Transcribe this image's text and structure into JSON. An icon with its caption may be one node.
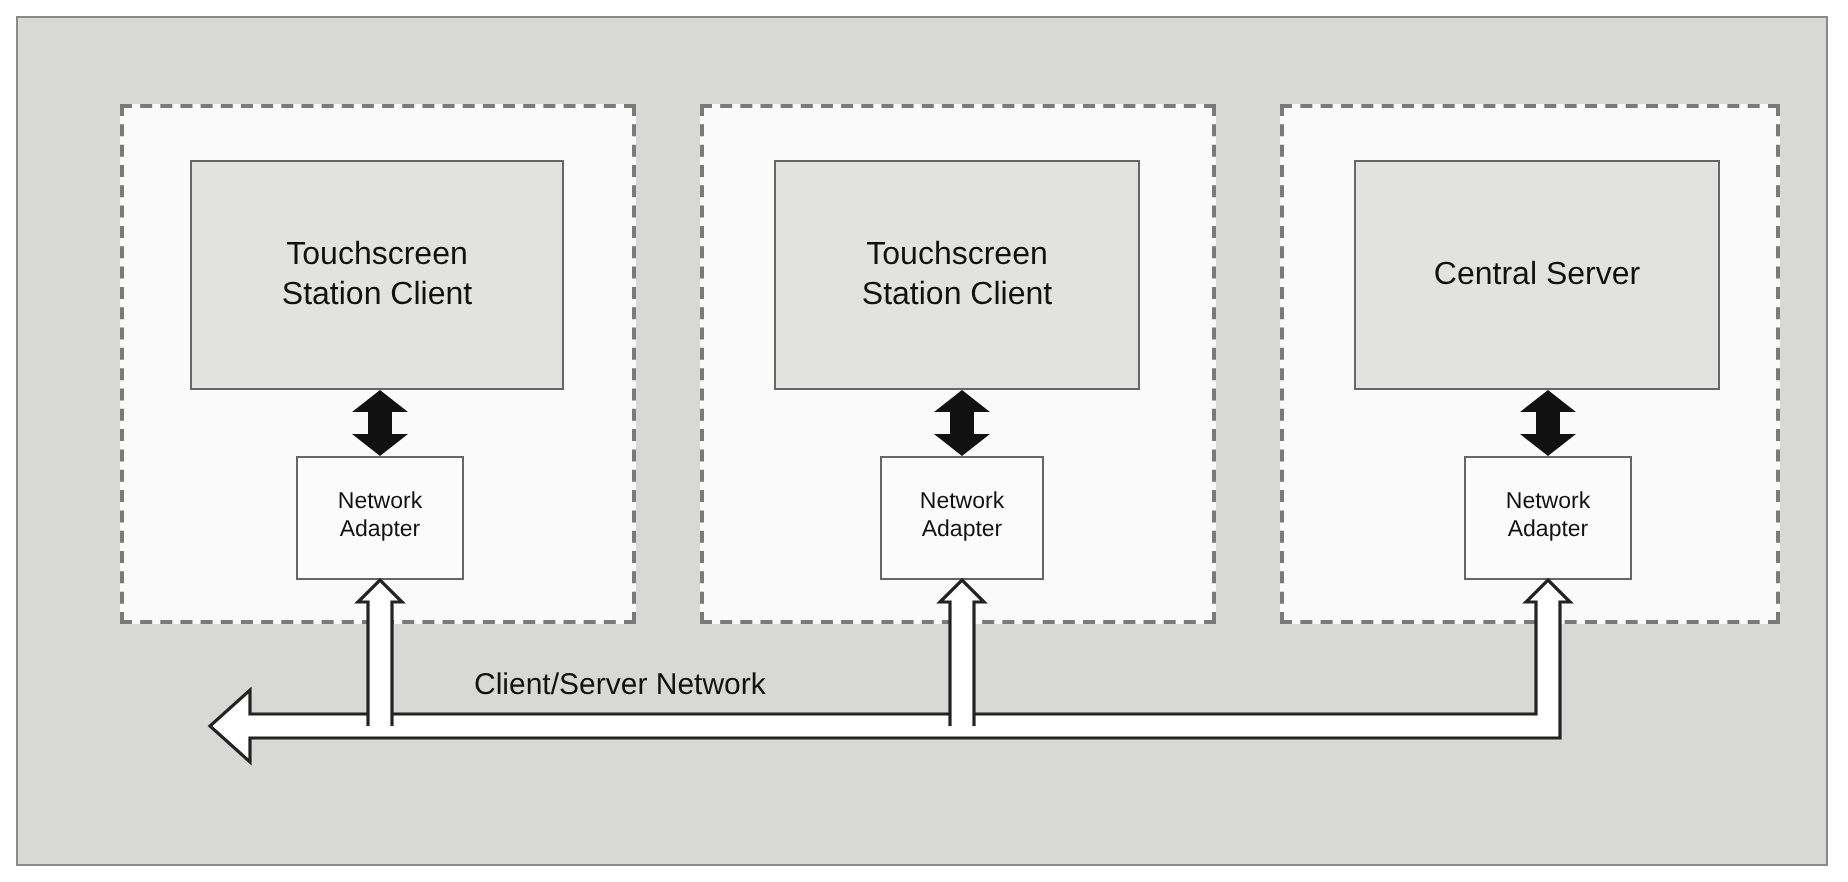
{
  "diagram": {
    "nodes": [
      {
        "text": [],
        "shape": "box"
      },
      {
        "text": [
          "Touchscreen Station Client"
        ],
        "in": 0
      },
      {
        "text": [
          "Network Adapter"
        ],
        "in": 0
      },
      {
        "text": [],
        "shape": "box"
      },
      {
        "text": [
          "Touchscreen Station Client"
        ],
        "in": 3
      },
      {
        "text": [
          "Network Adapter"
        ],
        "in": 3
      },
      {
        "text": [],
        "shape": "box"
      },
      {
        "text": [
          "Central Server"
        ],
        "in": 6
      },
      {
        "text": [
          "Network Adapter"
        ],
        "in": 6
      }
    ],
    "edges": [
      {
        "from": 8,
        "to": null,
        "arrow": "both",
        "label": "Client/Server Network"
      },
      {
        "from": null,
        "to": 2,
        "arrow": "to"
      },
      {
        "from": null,
        "to": 5,
        "arrow": "to"
      },
      {
        "from": 1,
        "to": 2,
        "arrow": "both",
        "style": "thick"
      },
      {
        "from": 4,
        "to": 5,
        "arrow": "both",
        "style": "thick"
      },
      {
        "from": 7,
        "to": 8,
        "arrow": "both",
        "style": "thick"
      }
    ]
  }
}
